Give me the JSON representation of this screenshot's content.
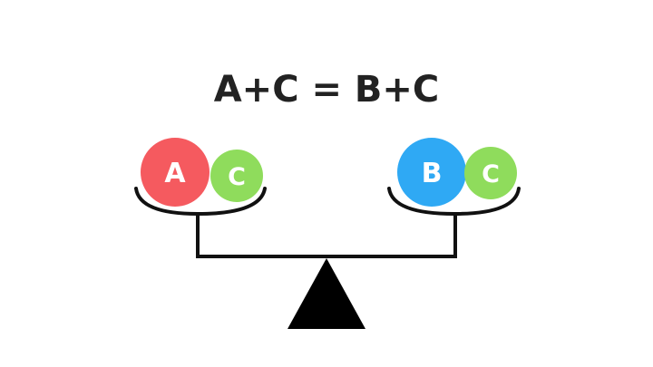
{
  "equation": "A+C = B+C",
  "colors": {
    "a": "#f55a5f",
    "b": "#2fa9f4",
    "c": "#8fdc5c",
    "ink": "#111111",
    "text": "#222222"
  },
  "left_pan": {
    "balls": [
      {
        "label": "A",
        "color_key": "a"
      },
      {
        "label": "C",
        "color_key": "c"
      }
    ]
  },
  "right_pan": {
    "balls": [
      {
        "label": "B",
        "color_key": "b"
      },
      {
        "label": "C",
        "color_key": "c"
      }
    ]
  }
}
